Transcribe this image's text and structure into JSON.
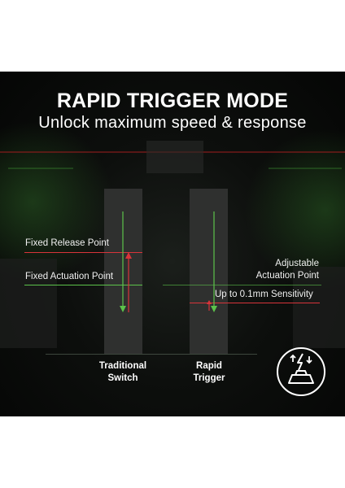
{
  "header": {
    "title": "RAPID TRIGGER MODE",
    "subtitle": "Unlock maximum speed & response"
  },
  "diagram": {
    "fixed_release_label": "Fixed Release Point",
    "fixed_actuation_label": "Fixed Actuation Point",
    "adjustable_line1": "Adjustable",
    "adjustable_line2": "Actuation Point",
    "sensitivity_label": "Up to 0.1mm Sensitivity",
    "traditional_line1": "Traditional",
    "traditional_line2": "Switch",
    "rapid_line1": "Rapid",
    "rapid_line2": "Trigger",
    "icon": "rapid-trigger-key-icon"
  },
  "colors": {
    "green": "#5cc24a",
    "red": "#d8343a",
    "column": "#2f302f"
  }
}
